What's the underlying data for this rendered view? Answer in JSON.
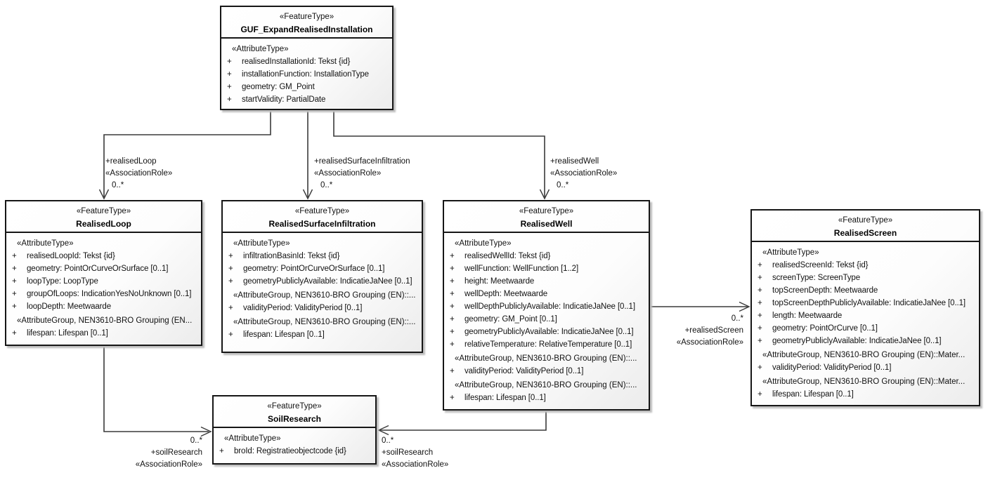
{
  "diagram": {
    "background_color": "#ffffff",
    "box_border_color": "#161616",
    "line_color": "#3a3a3a",
    "shadow_color": "#bdbdbd"
  },
  "symbols": {
    "visibility": "+"
  },
  "classes": [
    {
      "stereotype": "«FeatureType»",
      "name": "GUF_ExpandRealisedInstallation",
      "sections": [
        {
          "header": "«AttributeType»",
          "items": [
            "realisedInstallationId: Tekst {id}",
            "installationFunction: InstallationType",
            "geometry: GM_Point",
            "startValidity: PartialDate"
          ]
        }
      ]
    },
    {
      "stereotype": "«FeatureType»",
      "name": "RealisedLoop",
      "sections": [
        {
          "header": "«AttributeType»",
          "items": [
            "realisedLoopId: Tekst {id}",
            "geometry: PointOrCurveOrSurface [0..1]",
            "loopType: LoopType",
            "groupOfLoops: IndicationYesNoUnknown [0..1]",
            "loopDepth: Meetwaarde"
          ]
        },
        {
          "header": "«AttributeGroup, NEN3610-BRO Grouping (EN...",
          "items": [
            "lifespan: Lifespan [0..1]"
          ]
        }
      ]
    },
    {
      "stereotype": "«FeatureType»",
      "name": "RealisedSurfaceInfiltration",
      "sections": [
        {
          "header": "«AttributeType»",
          "items": [
            "infiltrationBasinId: Tekst {id}",
            "geometry: PointOrCurveOrSurface [0..1]",
            "geometryPubliclyAvailable: IndicatieJaNee [0..1]"
          ]
        },
        {
          "header": "«AttributeGroup, NEN3610-BRO Grouping (EN)::...",
          "items": [
            "validityPeriod: ValidityPeriod [0..1]"
          ]
        },
        {
          "header": "«AttributeGroup, NEN3610-BRO Grouping (EN)::...",
          "items": [
            "lifespan: Lifespan [0..1]"
          ]
        }
      ]
    },
    {
      "stereotype": "«FeatureType»",
      "name": "RealisedWell",
      "sections": [
        {
          "header": "«AttributeType»",
          "items": [
            "realisedWellId: Tekst {id}",
            "wellFunction: WellFunction [1..2]",
            "height: Meetwaarde",
            "wellDepth: Meetwaarde",
            "wellDepthPubliclyAvailable: IndicatieJaNee [0..1]",
            "geometry: GM_Point [0..1]",
            "geometryPubliclyAvailable: IndicatieJaNee [0..1]",
            "relativeTemperature: RelativeTemperature [0..1]"
          ]
        },
        {
          "header": "«AttributeGroup, NEN3610-BRO Grouping (EN)::...",
          "items": [
            "validityPeriod: ValidityPeriod [0..1]"
          ]
        },
        {
          "header": "«AttributeGroup, NEN3610-BRO Grouping (EN)::...",
          "items": [
            "lifespan: Lifespan [0..1]"
          ]
        }
      ]
    },
    {
      "stereotype": "«FeatureType»",
      "name": "RealisedScreen",
      "sections": [
        {
          "header": "«AttributeType»",
          "items": [
            "realisedScreenId: Tekst {id}",
            "screenType: ScreenType",
            "topScreenDepth: Meetwaarde",
            "topScreenDepthPubliclyAvailable: IndicatieJaNee [0..1]",
            "length: Meetwaarde",
            "geometry: PointOrCurve [0..1]",
            "geometryPubliclyAvailable: IndicatieJaNee [0..1]"
          ]
        },
        {
          "header": "«AttributeGroup, NEN3610-BRO Grouping (EN)::Mater...",
          "items": [
            "validityPeriod: ValidityPeriod [0..1]"
          ]
        },
        {
          "header": "«AttributeGroup, NEN3610-BRO Grouping (EN)::Mater...",
          "items": [
            "lifespan: Lifespan [0..1]"
          ]
        }
      ]
    },
    {
      "stereotype": "«FeatureType»",
      "name": "SoilResearch",
      "sections": [
        {
          "header": "«AttributeType»",
          "items": [
            "broId: Registratieobjectcode {id}"
          ]
        }
      ]
    }
  ],
  "edges": [
    {
      "role": "+realisedLoop",
      "stereotype": "«AssociationRole»",
      "multiplicity": "0..*"
    },
    {
      "role": "+realisedSurfaceInfiltration",
      "stereotype": "«AssociationRole»",
      "multiplicity": "0..*"
    },
    {
      "role": "+realisedWell",
      "stereotype": "«AssociationRole»",
      "multiplicity": "0..*"
    },
    {
      "role": "+realisedScreen",
      "stereotype": "«AssociationRole»",
      "multiplicity": "0..*"
    },
    {
      "role": "+soilResearch",
      "stereotype": "«AssociationRole»",
      "multiplicity": "0..*"
    },
    {
      "role": "+soilResearch",
      "stereotype": "«AssociationRole»",
      "multiplicity": "0..*"
    }
  ]
}
